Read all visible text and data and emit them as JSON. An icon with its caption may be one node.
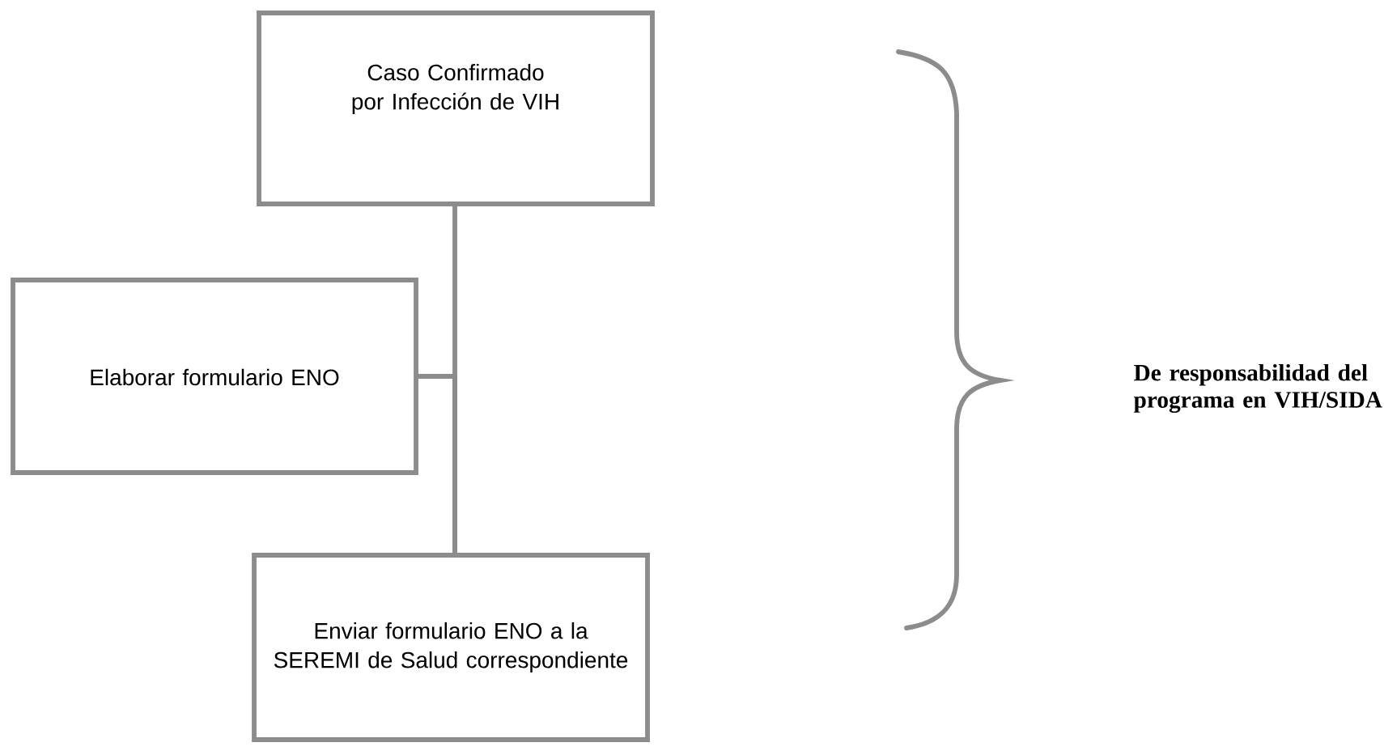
{
  "diagram": {
    "nodes": [
      {
        "text": [
          "Caso Confirmado por Infección de VIH"
        ]
      },
      {
        "text": [
          "Elaborar formulario ENO"
        ]
      },
      {
        "text": [
          "Enviar formulario ENO a la SEREMI de Salud correspondiente"
        ]
      }
    ],
    "edges": [
      {
        "from": 0,
        "to": 2,
        "arrow": "none"
      },
      {
        "from": 1,
        "to": 2,
        "arrow": "none"
      }
    ],
    "labels": [
      "De responsabilidad del programa en VIH/SIDA"
    ]
  }
}
